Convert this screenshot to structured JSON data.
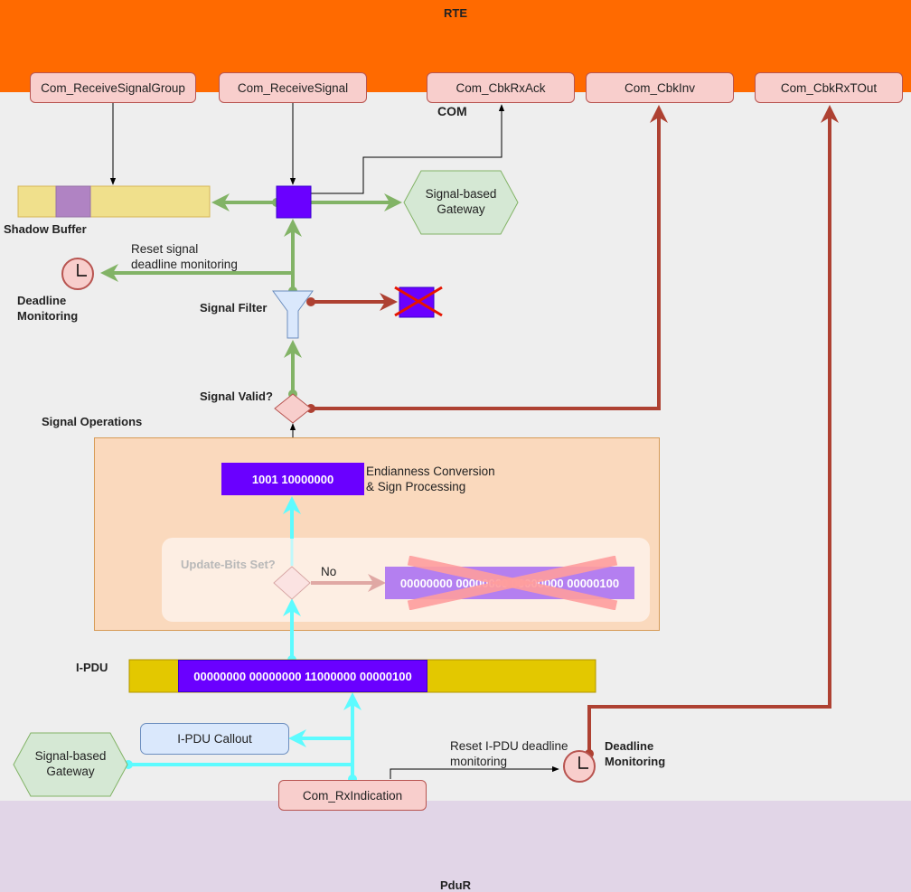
{
  "layers": {
    "top": "RTE",
    "bottom": "PduR",
    "module": "COM"
  },
  "apis": {
    "receive_signal_group": "Com_ReceiveSignalGroup",
    "receive_signal": "Com_ReceiveSignal",
    "cbk_rx_ack": "Com_CbkRxAck",
    "cbk_inv": "Com_CbkInv",
    "cbk_rx_tout": "Com_CbkRxTOut",
    "rx_indication": "Com_RxIndication"
  },
  "labels": {
    "shadow_buffer": "Shadow Buffer",
    "signal_gateway": "Signal-based Gateway",
    "reset_signal_deadline": [
      "Reset signal",
      "deadline monitoring"
    ],
    "deadline_monitoring": [
      "Deadline",
      "Monitoring"
    ],
    "signal_filter": "Signal Filter",
    "signal_valid": "Signal Valid?",
    "signal_operations": "Signal Operations",
    "endianness": [
      "Endianness Conversion",
      "& Sign Processing"
    ],
    "update_bits": "Update-Bits Set?",
    "no": "No",
    "ipdu": "I-PDU",
    "ipdu_callout": "I-PDU Callout",
    "pdu_gateway": "Signal-based Gateway",
    "reset_ipdu_deadline": [
      "Reset I-PDU deadline",
      "monitoring"
    ],
    "deadline_monitoring_2": [
      "Deadline",
      "Monitoring"
    ]
  },
  "bits": {
    "processed": "1001 10000000",
    "discarded": "00000000 00000000 00000000 00000100",
    "ipdu": "00000000 00000000 11000000 00000100"
  },
  "colors": {
    "rte": "#ff6a00",
    "pdur": "#e1d5e7",
    "green_flow": "#82b366",
    "red_flow": "#ae4132",
    "cyan_flow": "#5dfbff",
    "signal": "#6a00ff",
    "ipdu": "#e3c800"
  }
}
